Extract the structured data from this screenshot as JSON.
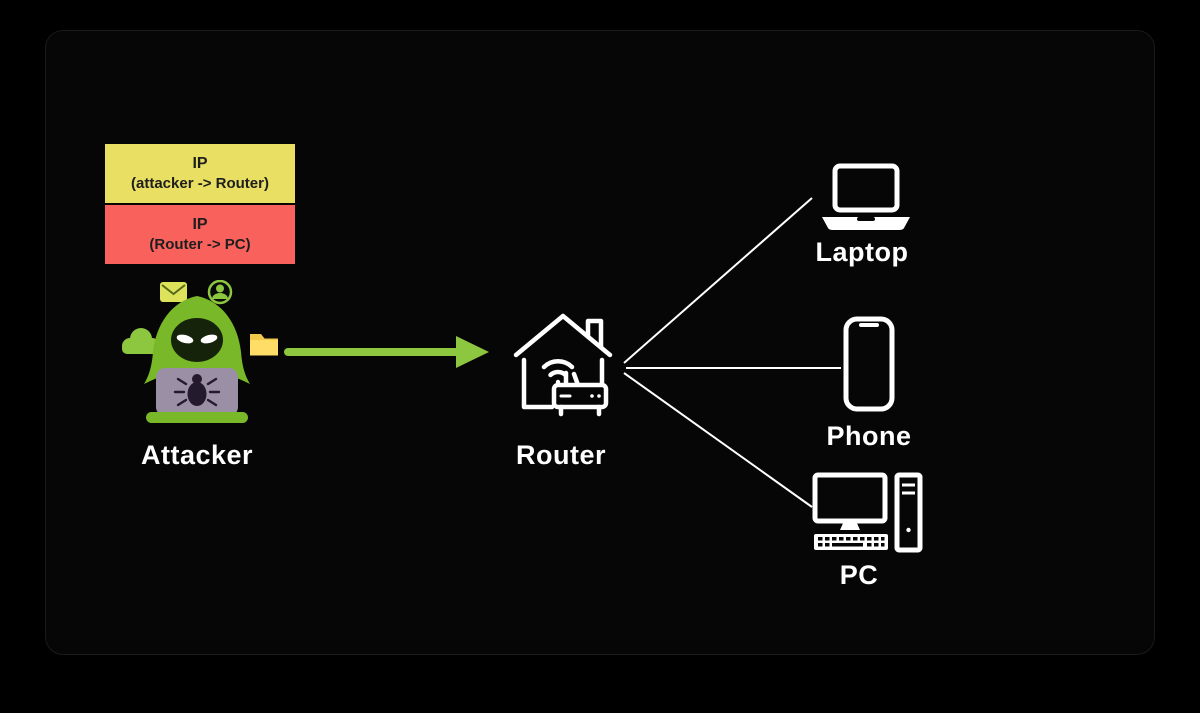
{
  "legend": {
    "items": [
      {
        "title": "IP",
        "subtitle": "(attacker -> Router)",
        "color": "#e8df63"
      },
      {
        "title": "IP",
        "subtitle": "(Router -> PC)",
        "color": "#f9615c"
      }
    ]
  },
  "nodes": {
    "attacker": {
      "label": "Attacker"
    },
    "router": {
      "label": "Router"
    },
    "laptop": {
      "label": "Laptop"
    },
    "phone": {
      "label": "Phone"
    },
    "pc": {
      "label": "PC"
    }
  },
  "edges": [
    {
      "from": "attacker",
      "to": "router",
      "style": "green-arrow"
    },
    {
      "from": "router",
      "to": "laptop",
      "style": "white-line"
    },
    {
      "from": "router",
      "to": "phone",
      "style": "white-line"
    },
    {
      "from": "router",
      "to": "pc",
      "style": "white-line"
    }
  ],
  "colors": {
    "background": "#000000",
    "panel": "#060606",
    "arrow_green": "#8dc63f",
    "hood_green": "#79b829",
    "legend_yellow": "#e8df63",
    "legend_red": "#f9615c",
    "connector_white": "#ffffff",
    "laptop_gray": "#9a8fa5",
    "folder_yellow": "#f0c94a"
  },
  "icons": {
    "attacker": "hooded-hacker-with-bug-laptop-icon",
    "router": "house-wifi-router-icon",
    "laptop": "laptop-icon",
    "phone": "smartphone-icon",
    "pc": "desktop-computer-icon"
  }
}
